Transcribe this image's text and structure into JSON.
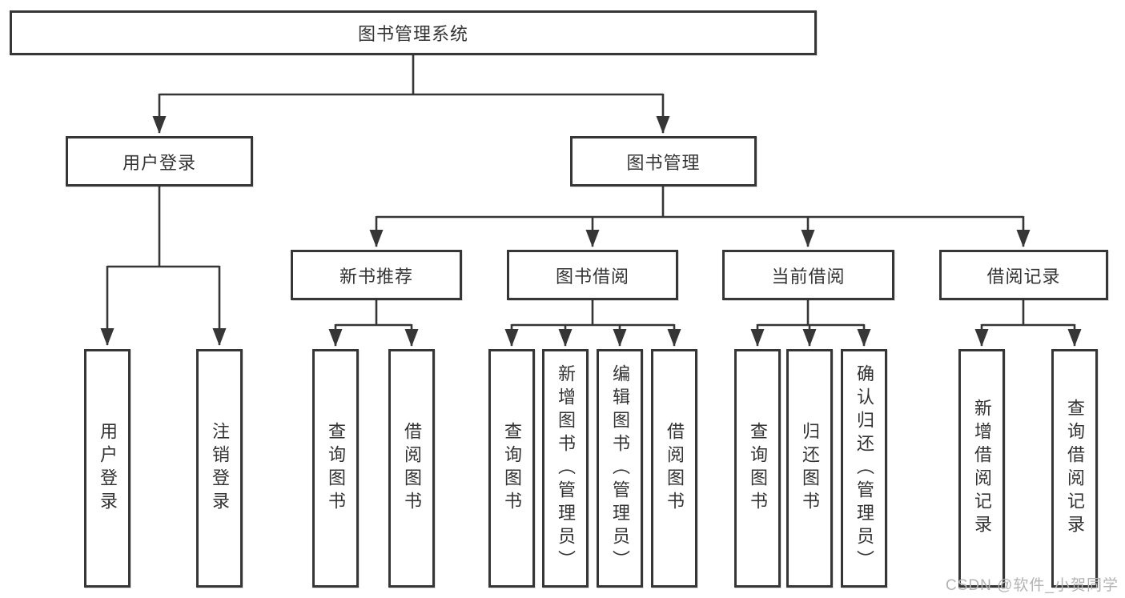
{
  "diagram": {
    "root": {
      "label": "图书管理系统"
    },
    "branches": [
      {
        "label": "用户登录"
      },
      {
        "label": "图书管理"
      },
      {
        "label": "新书推荐"
      },
      {
        "label": "图书借阅"
      },
      {
        "label": "当前借阅"
      },
      {
        "label": "借阅记录"
      }
    ],
    "leaves": [
      {
        "label": "用户登录"
      },
      {
        "label": "注销登录"
      },
      {
        "label": "查询图书"
      },
      {
        "label": "借阅图书"
      },
      {
        "label": "查询图书"
      },
      {
        "label": "新增图书（管理员）"
      },
      {
        "label": "编辑图书（管理员）"
      },
      {
        "label": "借阅图书"
      },
      {
        "label": "查询图书"
      },
      {
        "label": "归还图书"
      },
      {
        "label": "确认归还（管理员）"
      },
      {
        "label": "新增借阅记录"
      },
      {
        "label": "查询借阅记录"
      }
    ]
  },
  "colors": {
    "line": "#363636",
    "text": "#333333",
    "watermark": "#b3b3b3",
    "background": "#ffffff"
  },
  "watermark": {
    "text": "CSDN @软件_小贺同学"
  }
}
